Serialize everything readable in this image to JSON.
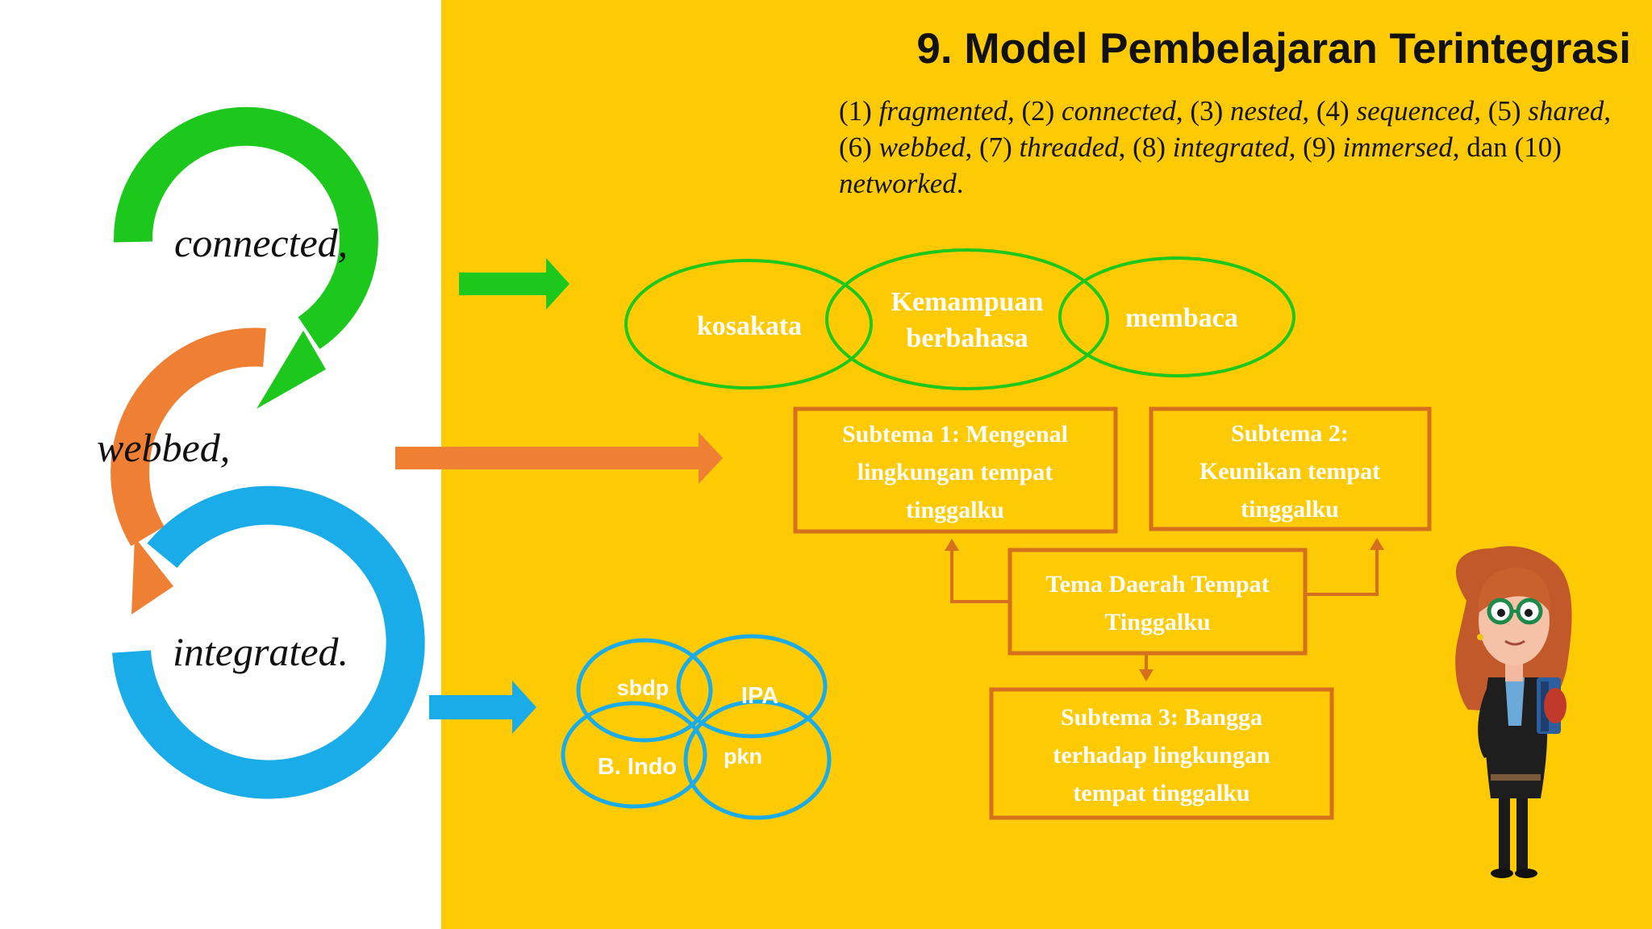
{
  "title": "9. Model Pembelajaran Terintegrasi",
  "intro": {
    "p1": "(1) ",
    "m1": "fragmented",
    "p2": ", (2) ",
    "m2": "connected",
    "p3": ", (3) ",
    "m3": "nested,",
    "p4": " (4) ",
    "m4": "sequenced,",
    "p5": " (5) ",
    "m5": "shared",
    "p6": ", (6) ",
    "m6": "webbed",
    "p7": ", (7) ",
    "m7": "threaded",
    "p8": ", (8) ",
    "m8": "integrated,",
    "p9": " (9) ",
    "m9": "immersed",
    "p10": ", dan (10) ",
    "m10": "networked",
    "p11": "."
  },
  "cycle": {
    "connected": "connected,",
    "webbed": "webbed,",
    "integrated": "integrated."
  },
  "connected_model": {
    "left": "kosakata",
    "center_line1": "Kemampuan",
    "center_line2": "berbahasa",
    "right": "membaca"
  },
  "webbed_model": {
    "subtema1": [
      "Subtema 1: Mengenal",
      "lingkungan tempat",
      "tinggalku"
    ],
    "subtema2": [
      "Subtema 2:",
      "Keunikan  tempat",
      "tinggalku"
    ],
    "tema": [
      "Tema Daerah Tempat",
      "Tinggalku"
    ],
    "subtema3": [
      "Subtema 3: Bangga",
      "terhadap lingkungan",
      "tempat tinggalku"
    ]
  },
  "integrated_model": {
    "top_left": "sbdp",
    "top_right": "IPA",
    "bottom_left": "B. Indo",
    "bottom_right": "pkn"
  },
  "colors": {
    "background_right": "#FECA04",
    "green": "#1CC81C",
    "orange": "#EE7F33",
    "blue": "#1AACE8",
    "box_orange": "#D4701E",
    "text_white": "#FFFFFF"
  },
  "icons": [
    "arrow-right-icon",
    "arrow-up-icon",
    "arrow-down-icon",
    "teacher-illustration"
  ]
}
